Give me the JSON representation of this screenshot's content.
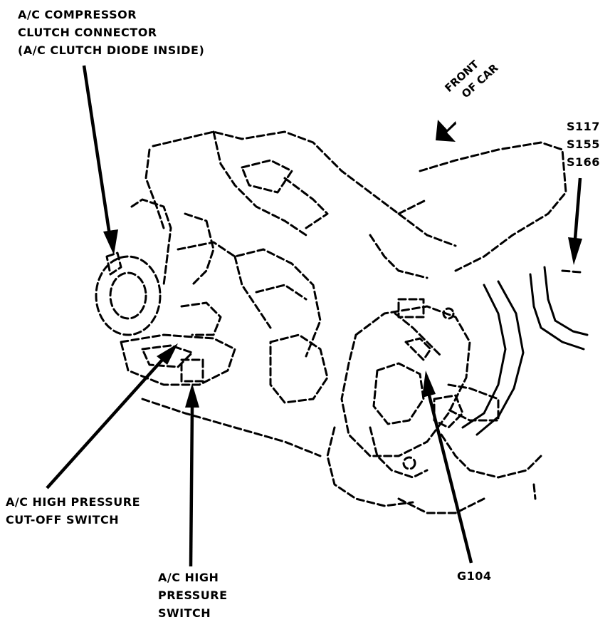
{
  "labels": {
    "clutch_connector": [
      "A/C COMPRESSOR",
      "CLUTCH CONNECTOR",
      "(A/C CLUTCH DIODE INSIDE)"
    ],
    "front_of_car": [
      "FRONT",
      "OF CAR"
    ],
    "splices": [
      "S117",
      "S155",
      "S166"
    ],
    "cutoff_switch": [
      "A/C HIGH PRESSURE",
      "CUT-OFF SWITCH"
    ],
    "pressure_switch": [
      "A/C HIGH",
      "PRESSURE",
      "SWITCH"
    ],
    "ground": "G104"
  },
  "icons": {
    "direction_arrow": "front-arrow-icon"
  },
  "colors": {
    "ink": "#000000",
    "paper": "#ffffff"
  }
}
